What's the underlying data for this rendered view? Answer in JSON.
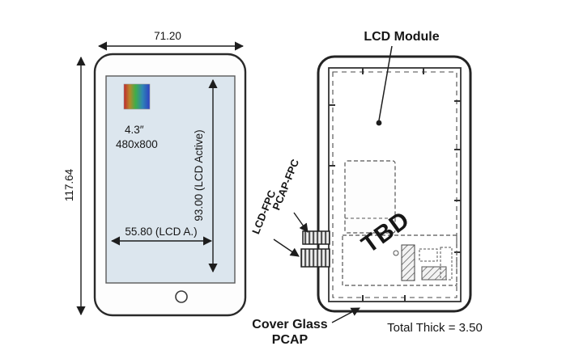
{
  "diagram": {
    "front_view": {
      "overall_width": "71.20",
      "overall_height": "117.64",
      "screen_size": "4.3″",
      "resolution": "480x800",
      "active_area_height": "93.00 (LCD Active)",
      "active_area_width": "55.80 (LCD A.)"
    },
    "back_view": {
      "module_label": "LCD Module",
      "lcd_fpc": "LCD-FPC",
      "pcap_fpc": "PCAP-FPC",
      "tbd": "TBD",
      "cover_glass_line1": "Cover Glass",
      "cover_glass_line2": "PCAP",
      "total_thickness": "Total Thick = 3.50"
    },
    "colors": {
      "line": "#1d1d1d",
      "screen_fill": "#dce6ee"
    }
  }
}
